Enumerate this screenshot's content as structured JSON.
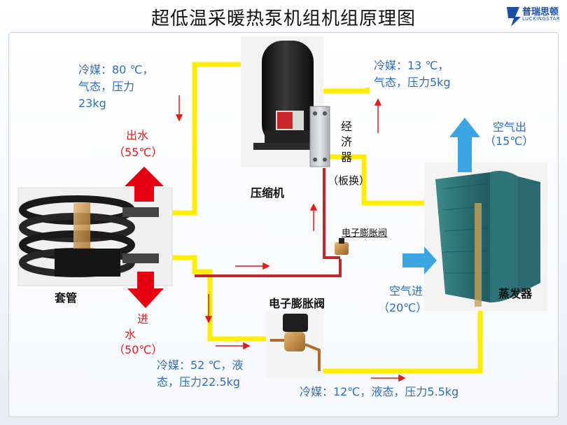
{
  "title": "超低温采暖热泵机组机组原理图",
  "logo": {
    "brand_cn": "普瑞思顿",
    "brand_en": "LUCKINGSTAR",
    "accent": "#1a4ea3"
  },
  "labels": {
    "compressor": "压缩机",
    "economizer": "经\n济\n器",
    "economizer_sub": "（板换）",
    "exv_small": "电子膨胀阀",
    "exv_large": "电子膨胀阀",
    "tube_hx": "套管",
    "evaporator": "蒸发器"
  },
  "refrigerant": {
    "discharge": "冷媒：80 ℃，\n气态，压力\n23kg",
    "economizer_out": "冷媒：13 ℃，\n气态，压力5kg",
    "condenser_out": "冷媒：52 ℃，液\n态，压力22.5kg",
    "evap_in": "冷媒：12℃，液态，压力5.5kg"
  },
  "water": {
    "out_label": "出水",
    "out_temp": "（55℃）",
    "in_label1": "进",
    "in_label2": "水",
    "in_temp": "（50℃）"
  },
  "air": {
    "out_label": "空气出",
    "out_temp": "（15℃）",
    "in_label": "空气进",
    "in_temp": "（20℃）"
  },
  "colors": {
    "pipe": "#ffee00",
    "liquid_line": "#c0282a",
    "flow_arrow": "#e21b1b",
    "water_arrow": "#e60012",
    "air_arrow": "#3aa5e0",
    "refrigerant_text": "#2b6fb8",
    "water_text": "#e21b1b"
  }
}
